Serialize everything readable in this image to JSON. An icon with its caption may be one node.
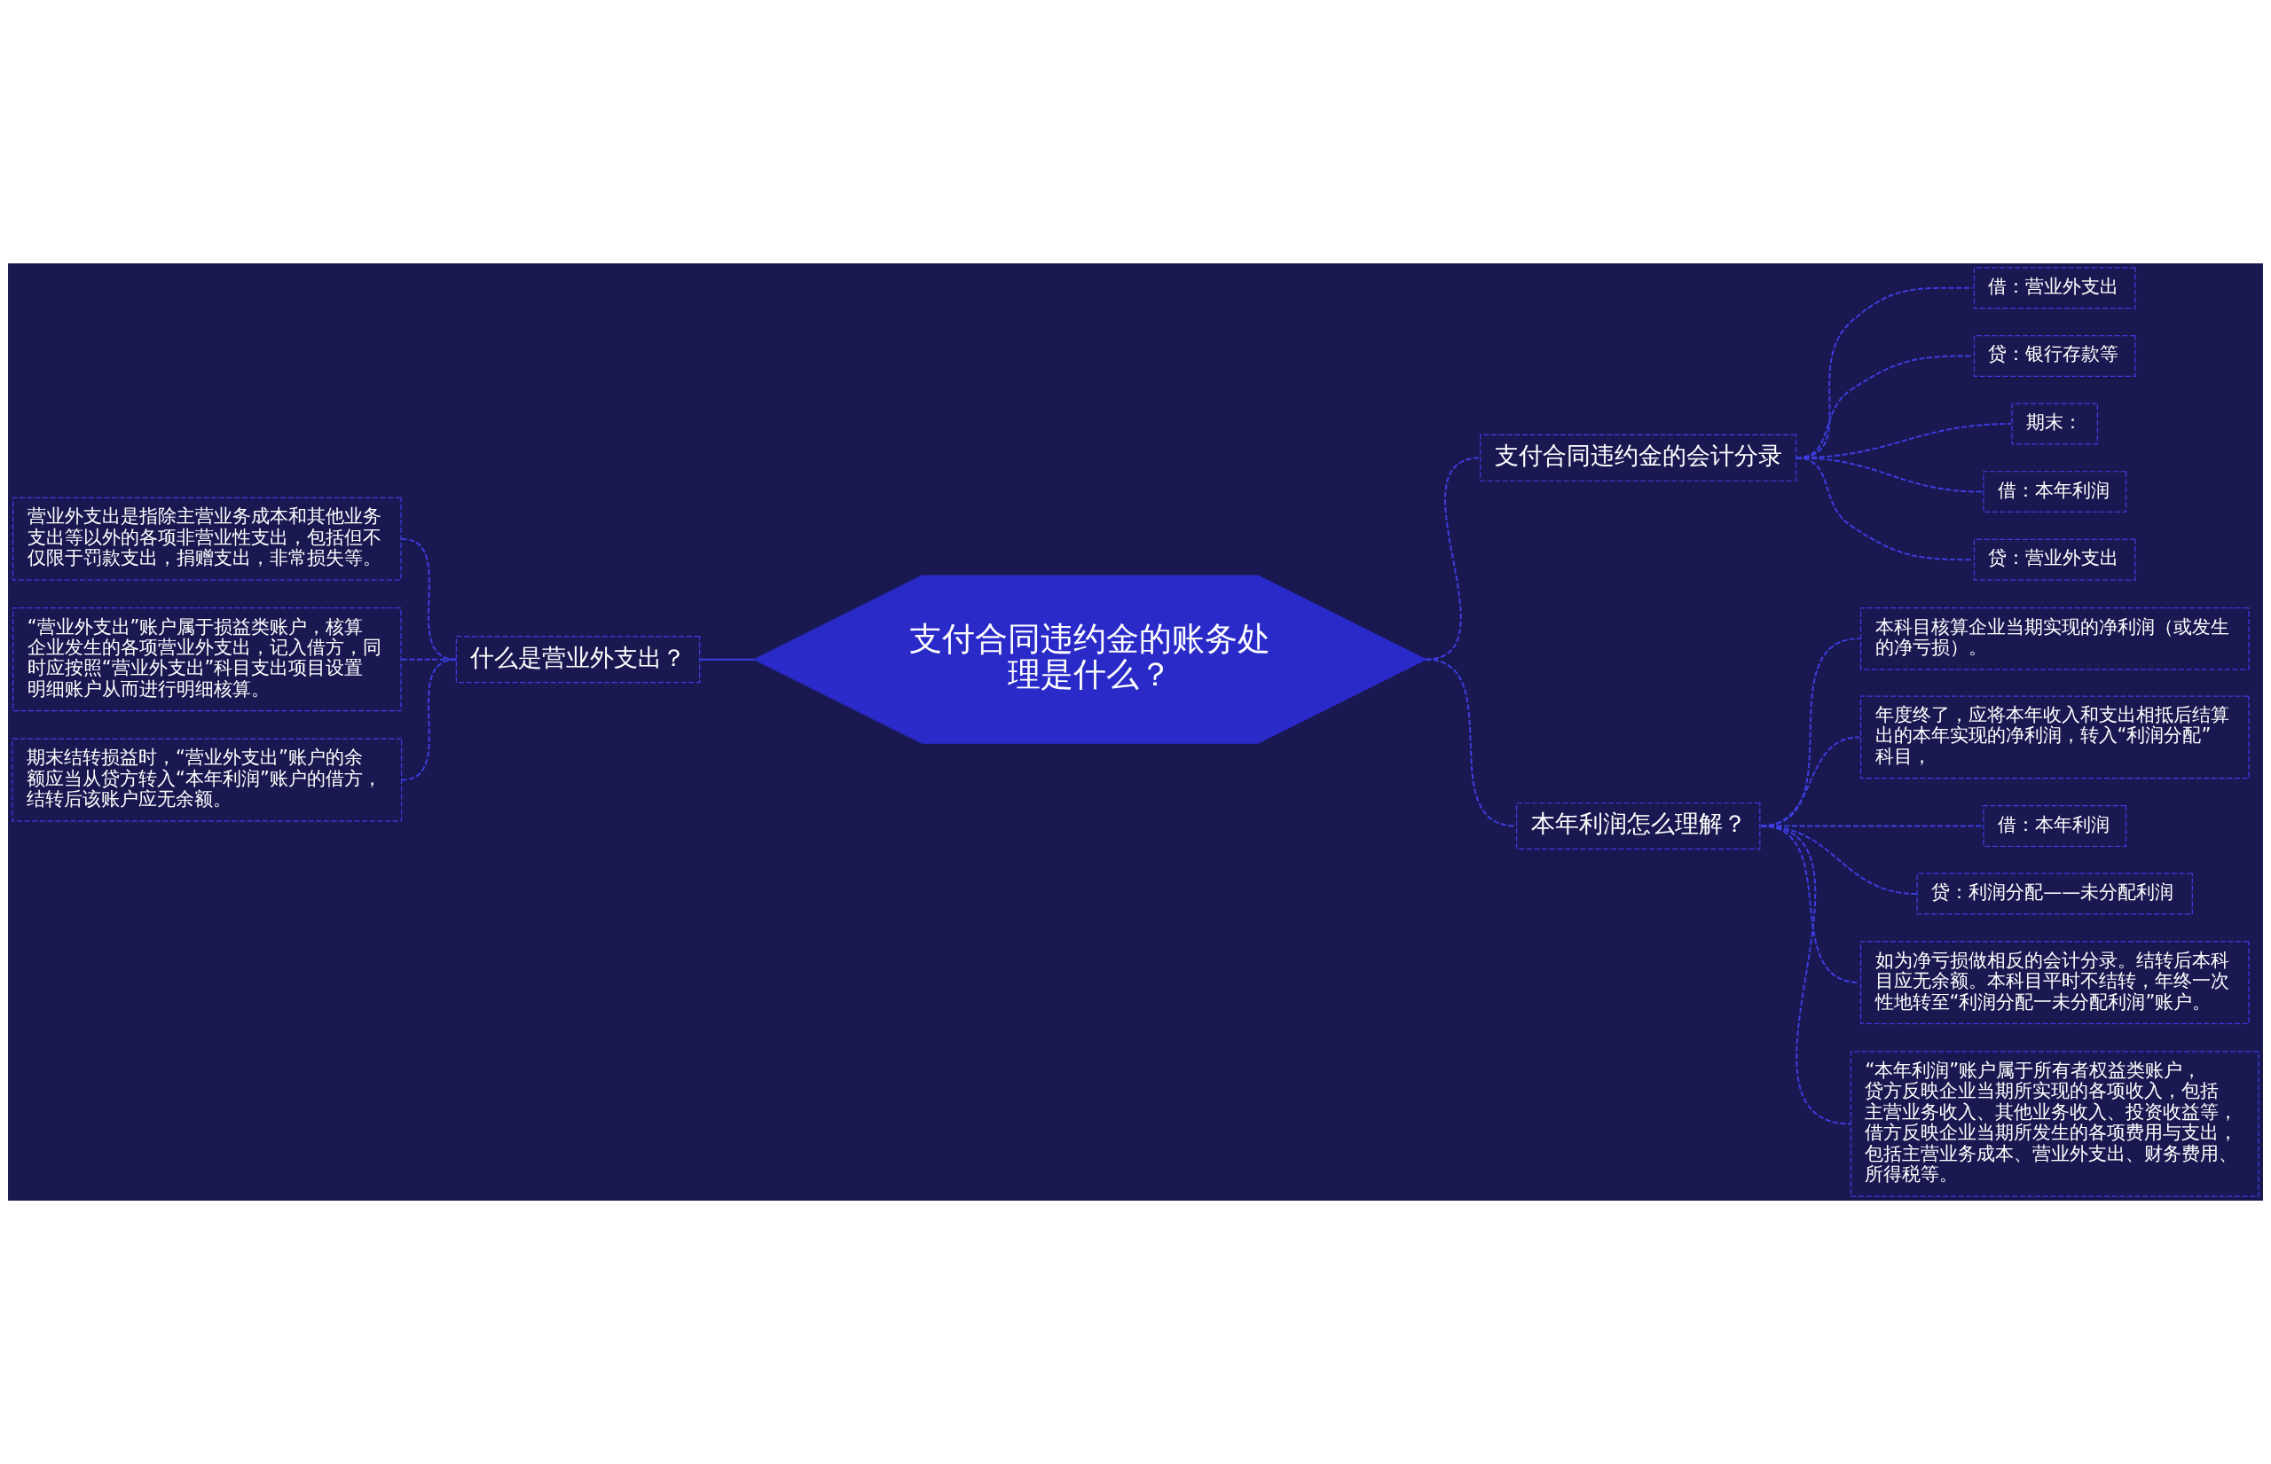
{
  "diagram": {
    "nodes": [
      {
        "text": [
          "支付合同违约金的账务处理是什么？"
        ]
      },
      {
        "text": [
          "什么是营业外支出？"
        ]
      },
      {
        "text": [
          "营业外支出是指除主营业务成本和其他业务支出等以外的各项非营业性支出，包括但不仅限于罚款支出，捐赠支出，非常损失等。"
        ]
      },
      {
        "text": [
          "“营业外支出”账户属于损益类账户，核算企业发生的各项营业外支出，记入借方，同时应按照“营业外支出”科目支出项目设置明细账户从而进行明细核算。"
        ]
      },
      {
        "text": [
          "期末结转损益时，“营业外支出”账户的余额应当从贷方转入“本年利润”账户的借方，结转后该账户应无余额。"
        ]
      },
      {
        "text": [
          "支付合同违约金的会计分录"
        ]
      },
      {
        "text": [
          "借：营业外支出"
        ]
      },
      {
        "text": [
          "贷：银行存款等"
        ]
      },
      {
        "text": [
          "期末："
        ]
      },
      {
        "text": [
          "借：本年利润"
        ]
      },
      {
        "text": [
          "贷：营业外支出"
        ]
      },
      {
        "text": [
          "本年利润怎么理解？"
        ]
      },
      {
        "text": [
          "本科目核算企业当期实现的净利润（或发生的净亏损）。"
        ]
      },
      {
        "text": [
          "年度终了，应将本年收入和支出相抵后结算出的本年实现的净利润，转入“利润分配”科目，"
        ]
      },
      {
        "text": [
          "借：本年利润"
        ]
      },
      {
        "text": [
          "贷：利润分配——未分配利润"
        ]
      },
      {
        "text": [
          "如为净亏损做相反的会计分录。结转后本科目应无余额。本科目平时不结转，年终一次性地转至“利润分配一未分配利润”账户。"
        ]
      },
      {
        "text": [
          "“本年利润”账户属于所有者权益类账户，贷方反映企业当期所实现的各项收入，包括主营业务收入、其他业务收入、投资收益等，借方反映企业当期所发生的各项费用与支出，包括主营业务成本、营业外支出、财务费用、所得税等。"
        ]
      }
    ],
    "edges": [
      {
        "from": 0,
        "to": 1,
        "arrow": "none"
      },
      {
        "from": 1,
        "to": 2,
        "arrow": "none",
        "style": "dashed"
      },
      {
        "from": 1,
        "to": 3,
        "arrow": "none",
        "style": "dashed"
      },
      {
        "from": 1,
        "to": 4,
        "arrow": "none",
        "style": "dashed"
      },
      {
        "from": 0,
        "to": 5,
        "arrow": "none",
        "style": "dashed"
      },
      {
        "from": 5,
        "to": 6,
        "arrow": "none",
        "style": "dashed"
      },
      {
        "from": 5,
        "to": 7,
        "arrow": "none",
        "style": "dashed"
      },
      {
        "from": 5,
        "to": 8,
        "arrow": "none",
        "style": "dashed"
      },
      {
        "from": 5,
        "to": 9,
        "arrow": "none",
        "style": "dashed"
      },
      {
        "from": 5,
        "to": 10,
        "arrow": "none",
        "style": "dashed"
      },
      {
        "from": 0,
        "to": 11,
        "arrow": "none",
        "style": "dashed"
      },
      {
        "from": 11,
        "to": 12,
        "arrow": "none",
        "style": "dashed"
      },
      {
        "from": 11,
        "to": 13,
        "arrow": "none",
        "style": "dashed"
      },
      {
        "from": 11,
        "to": 14,
        "arrow": "none",
        "style": "dashed"
      },
      {
        "from": 11,
        "to": 15,
        "arrow": "none",
        "style": "dashed"
      },
      {
        "from": 11,
        "to": 16,
        "arrow": "none",
        "style": "dashed"
      },
      {
        "from": 11,
        "to": 17,
        "arrow": "none",
        "style": "dashed"
      }
    ]
  }
}
